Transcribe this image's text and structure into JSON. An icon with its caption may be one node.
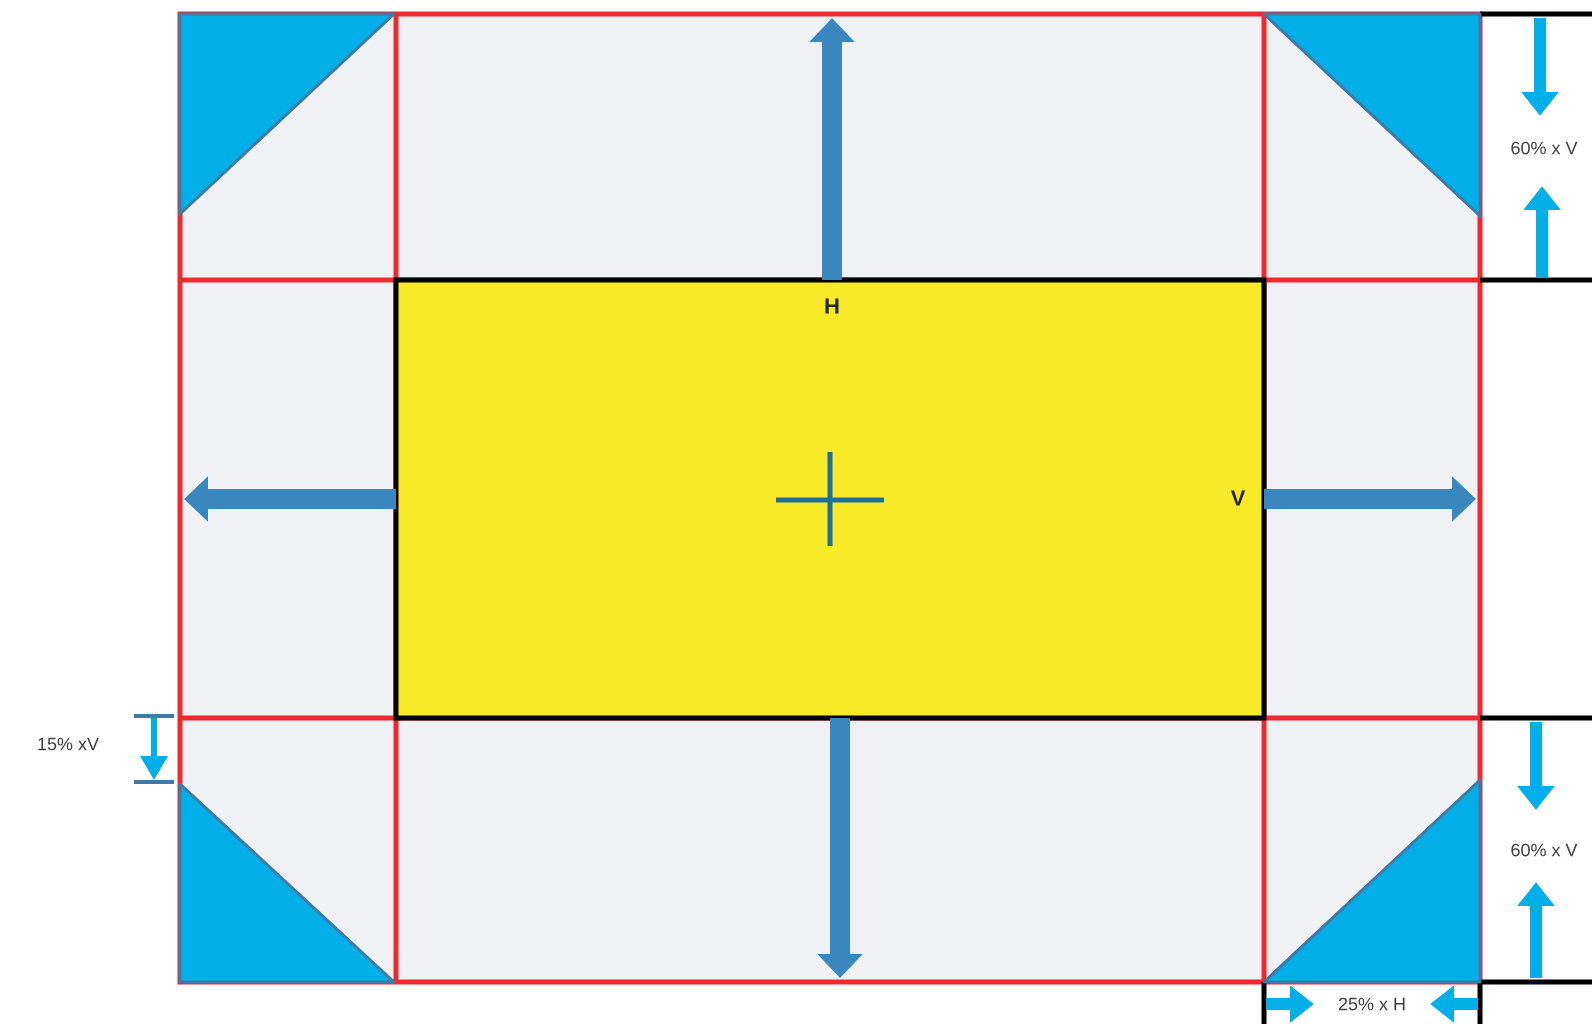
{
  "diagram": {
    "nodes": [
      {
        "text": [],
        "shape": "box"
      },
      {
        "text": [],
        "shape": "box",
        "in": 0
      }
    ],
    "edges": [
      {
        "from": 1,
        "to": 0,
        "arrow": "to"
      },
      {
        "from": 1,
        "to": 0,
        "arrow": "to"
      },
      {
        "from": 1,
        "to": 0,
        "arrow": "to"
      },
      {
        "from": 1,
        "to": 0,
        "arrow": "to"
      }
    ],
    "labels": [
      "60% x V",
      "H",
      "V",
      "15% xV",
      "60% x V",
      "25% x H"
    ]
  }
}
